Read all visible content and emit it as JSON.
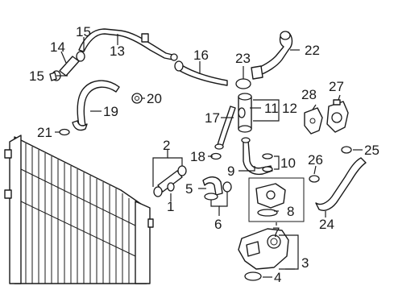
{
  "callouts": {
    "c1": "1",
    "c2": "2",
    "c3": "3",
    "c4": "4",
    "c5": "5",
    "c6": "6",
    "c7": "7",
    "c8": "8",
    "c9": "9",
    "c10": "10",
    "c11": "11",
    "c12": "12",
    "c13": "13",
    "c14": "14",
    "c15a": "15",
    "c15b": "15",
    "c16": "16",
    "c17": "17",
    "c18": "18",
    "c19": "19",
    "c20": "20",
    "c21": "21",
    "c22": "22",
    "c23": "23",
    "c24": "24",
    "c25": "25",
    "c26": "26",
    "c27": "27",
    "c28": "28"
  },
  "colors": {
    "line": "#1a1a1a",
    "background": "#ffffff"
  }
}
